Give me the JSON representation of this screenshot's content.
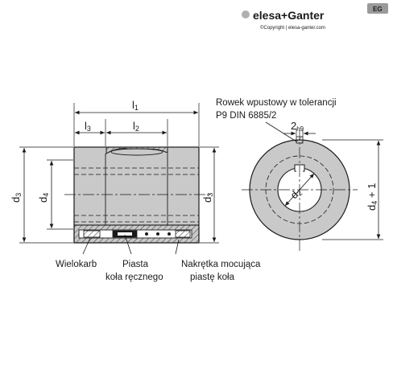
{
  "brand": {
    "logo_text": "elesa+Ganter",
    "badge": "EG",
    "copyright": "©Copyright | elesa-ganter.com"
  },
  "dimensions": {
    "l1": "l",
    "l1_sub": "1",
    "l2": "l",
    "l2_sub": "2",
    "l3": "l",
    "l3_sub": "3",
    "d3_left": "d",
    "d3_left_sub": "3",
    "d4_left": "d",
    "d4_left_sub": "4",
    "d3_center": "d",
    "d3_center_sub": "3",
    "d2": "d",
    "d2_sub": "2",
    "key_width": "2",
    "key_width_sub": "h9",
    "d4_plus_1": "d",
    "d4_plus_1_sub": "4",
    "d4_plus_1_suffix": " + 1"
  },
  "annotations": {
    "keyway_line1": "Rowek wpustowy w tolerancji",
    "keyway_line2": "P9 DIN 6885/2",
    "wielokarb": "Wielokarb",
    "hub_line1": "Piasta",
    "hub_line2": "koła ręcznego",
    "nut_line1": "Nakrętka mocująca",
    "nut_line2": "piastę koła"
  },
  "colors": {
    "line": "#1a1a1a",
    "body_fill": "#c9c9c9",
    "bore_fill": "#ffffff",
    "brand_gray": "#9a9a9a"
  }
}
